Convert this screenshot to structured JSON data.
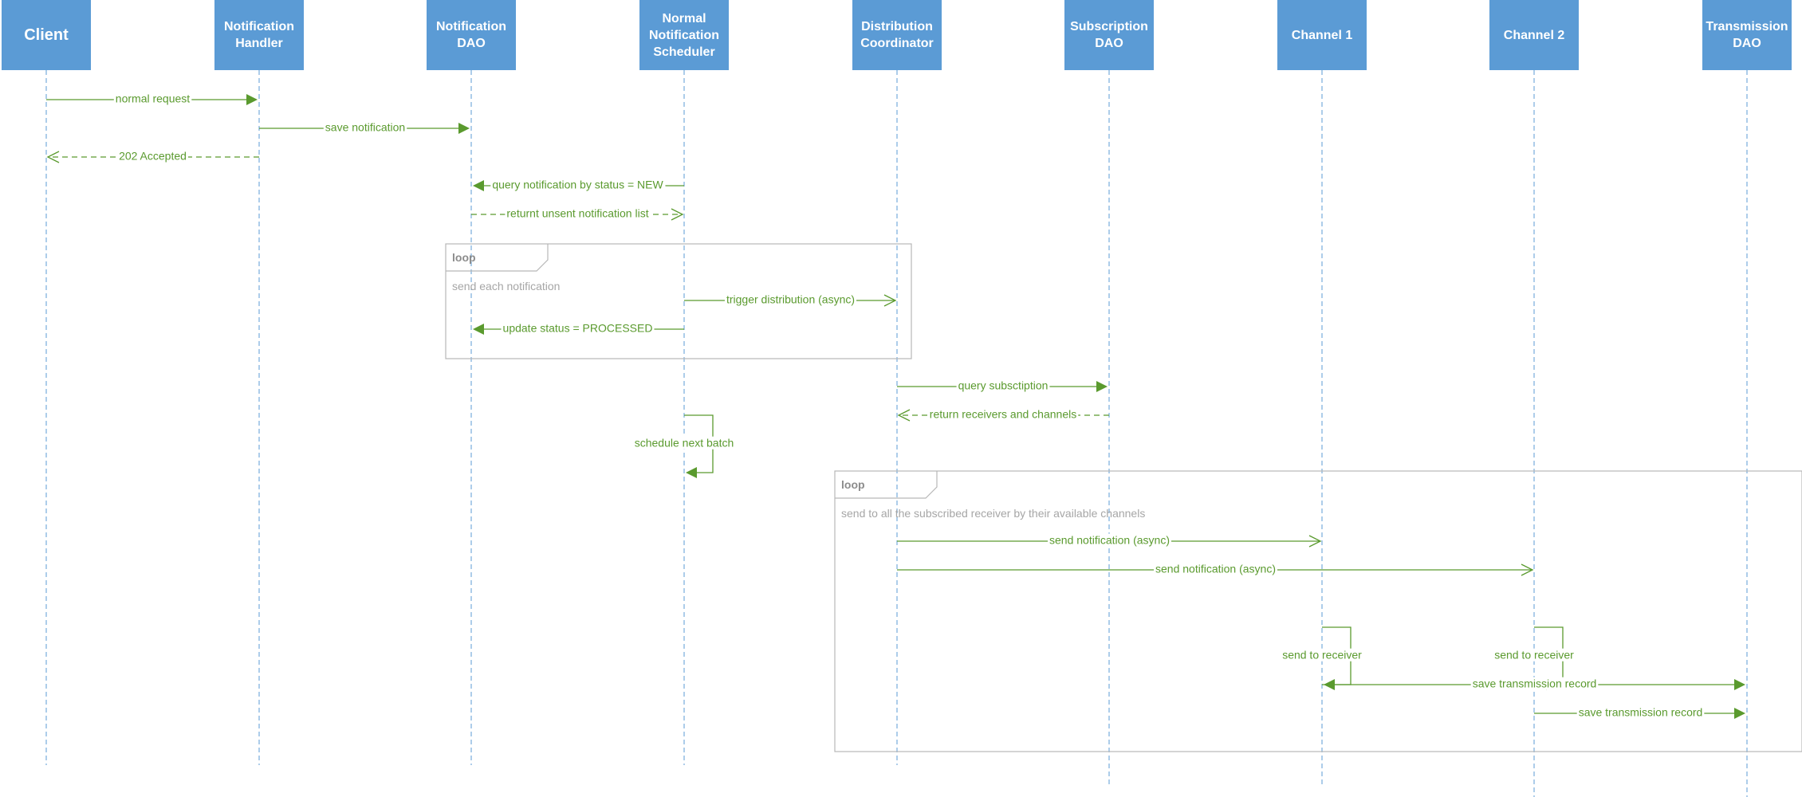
{
  "colors": {
    "actor_fill": "#5b9bd5",
    "actor_text": "#ffffff",
    "lifeline": "#5b9bd5",
    "message": "#5a9a2e",
    "frame_border": "#b7b7b7",
    "frame_text": "#a6a6a6"
  },
  "actors": [
    {
      "id": "client",
      "label": "Client"
    },
    {
      "id": "handler",
      "label": "Notification\nHandler"
    },
    {
      "id": "ndao",
      "label": "Notification\nDAO"
    },
    {
      "id": "sched",
      "label": "Normal\nNotification\nScheduler"
    },
    {
      "id": "coord",
      "label": "Distribution\nCoordinator"
    },
    {
      "id": "sdao",
      "label": "Subscription\nDAO"
    },
    {
      "id": "ch1",
      "label": "Channel 1"
    },
    {
      "id": "ch2",
      "label": "Channel 2"
    },
    {
      "id": "tdao",
      "label": "Transmission\nDAO"
    }
  ],
  "messages": [
    {
      "from": "client",
      "to": "handler",
      "label": "normal request",
      "kind": "sync"
    },
    {
      "from": "handler",
      "to": "ndao",
      "label": "save notification",
      "kind": "sync"
    },
    {
      "from": "handler",
      "to": "client",
      "label": "202 Accepted",
      "kind": "reply"
    },
    {
      "from": "sched",
      "to": "ndao",
      "label": "query notification by status = NEW",
      "kind": "sync"
    },
    {
      "from": "ndao",
      "to": "sched",
      "label": "returnt unsent notification list",
      "kind": "reply"
    },
    {
      "from": "sched",
      "to": "coord",
      "label": "trigger distribution (async)",
      "kind": "async"
    },
    {
      "from": "sched",
      "to": "ndao",
      "label": "update status = PROCESSED",
      "kind": "sync"
    },
    {
      "from": "coord",
      "to": "sdao",
      "label": "query subsctiption",
      "kind": "sync"
    },
    {
      "from": "sched",
      "to": "sched",
      "label": "schedule next batch",
      "kind": "self"
    },
    {
      "from": "sdao",
      "to": "coord",
      "label": "return receivers and channels",
      "kind": "reply"
    },
    {
      "from": "coord",
      "to": "ch1",
      "label": "send notification (async)",
      "kind": "async"
    },
    {
      "from": "coord",
      "to": "ch2",
      "label": "send notification (async)",
      "kind": "async"
    },
    {
      "from": "ch1",
      "to": "ch1",
      "label": "send to receiver",
      "kind": "self"
    },
    {
      "from": "ch2",
      "to": "ch2",
      "label": "send to receiver",
      "kind": "self"
    },
    {
      "from": "ch1",
      "to": "tdao",
      "label": "save transmission record",
      "kind": "sync"
    },
    {
      "from": "ch2",
      "to": "tdao",
      "label": "save transmission record",
      "kind": "sync"
    }
  ],
  "frames": [
    {
      "keyword": "loop",
      "condition": "send each notification"
    },
    {
      "keyword": "loop",
      "condition": "send to all the subscribed receiver by their available channels"
    }
  ]
}
